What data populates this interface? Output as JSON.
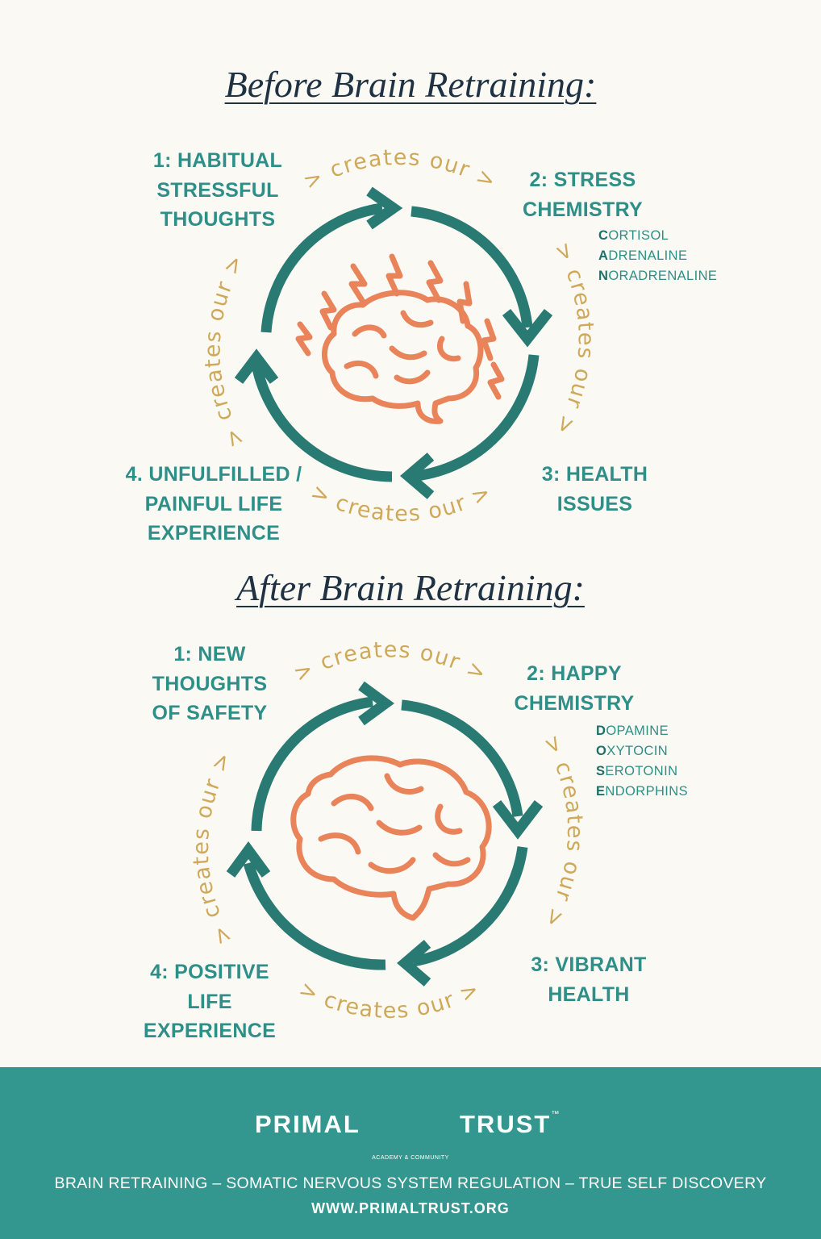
{
  "before": {
    "heading": "Before Brain Retraining:",
    "nodes": [
      {
        "lines": [
          "1: HABITUAL",
          "STRESSFUL",
          "THOUGHTS"
        ]
      },
      {
        "lines": [
          "2: STRESS",
          "CHEMISTRY"
        ]
      },
      {
        "lines": [
          "3: HEALTH",
          "ISSUES"
        ]
      },
      {
        "lines": [
          "4. UNFULFILLED /",
          "PAINFUL LIFE",
          "EXPERIENCE"
        ]
      }
    ],
    "chemicals": [
      {
        "initial": "C",
        "rest": "ORTISOL"
      },
      {
        "initial": "A",
        "rest": "DRENALINE"
      },
      {
        "initial": "N",
        "rest": "ORADRENALINE"
      }
    ]
  },
  "after": {
    "heading": "After Brain Retraining:",
    "nodes": [
      {
        "lines": [
          "1: NEW",
          "THOUGHTS",
          "OF SAFETY"
        ]
      },
      {
        "lines": [
          "2: HAPPY",
          "CHEMISTRY"
        ]
      },
      {
        "lines": [
          "3: VIBRANT",
          "HEALTH"
        ]
      },
      {
        "lines": [
          "4: POSITIVE",
          "LIFE",
          "EXPERIENCE"
        ]
      }
    ],
    "chemicals": [
      {
        "initial": "D",
        "rest": "OPAMINE"
      },
      {
        "initial": "O",
        "rest": "XYTOCIN"
      },
      {
        "initial": "S",
        "rest": "EROTONIN"
      },
      {
        "initial": "E",
        "rest": "NDORPHINS"
      }
    ]
  },
  "connector_label": "> creates our >",
  "footer": {
    "brand_left": "PRIMAL",
    "brand_right": "TRUST",
    "trademark": "™",
    "logo_text": "ACADEMY & COMMUNITY",
    "tagline": "BRAIN RETRAINING – SOMATIC NERVOUS SYSTEM REGULATION – TRUE SELF DISCOVERY",
    "url": "WWW.PRIMALTRUST.ORG"
  },
  "colors": {
    "teal": "#2e8f88",
    "dark_teal": "#2a7a74",
    "gold": "#cfa95a",
    "brain": "#e9835a",
    "navy": "#1e3244",
    "footer_bg": "#33968f",
    "background": "#fbf9f4"
  }
}
